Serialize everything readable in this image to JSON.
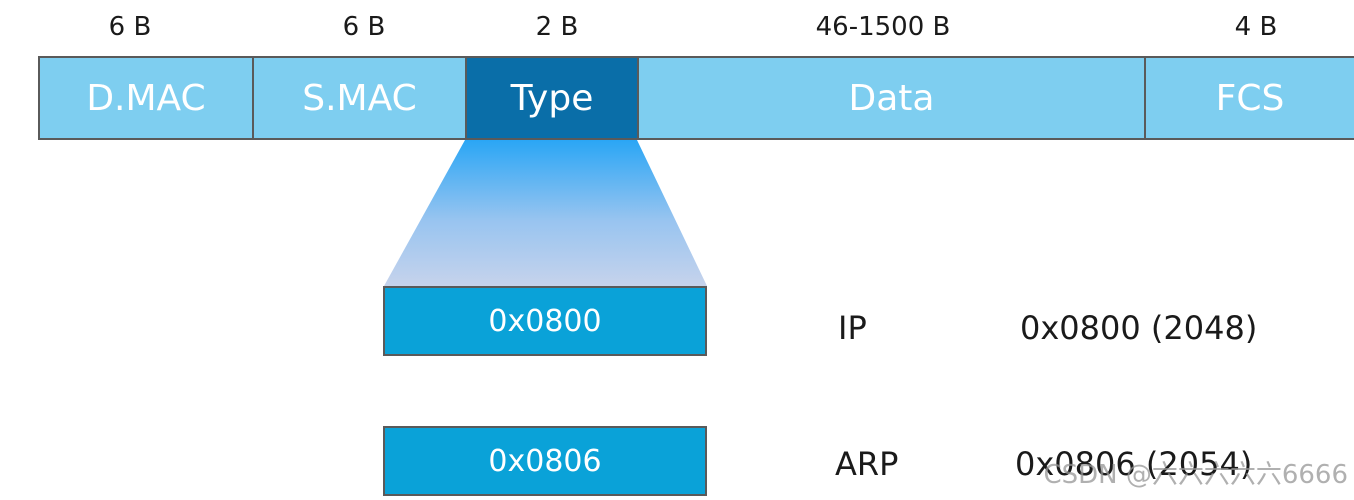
{
  "frame": {
    "fields": [
      {
        "name": "D.MAC",
        "size": "6 B"
      },
      {
        "name": "S.MAC",
        "size": "6 B"
      },
      {
        "name": "Type",
        "size": "2 B"
      },
      {
        "name": "Data",
        "size": "46-1500 B"
      },
      {
        "name": "FCS",
        "size": "4 B"
      }
    ]
  },
  "type_values": [
    {
      "code": "0x0800",
      "protocol": "IP",
      "value": "0x0800 (2048)"
    },
    {
      "code": "0x0806",
      "protocol": "ARP",
      "value": "0x0806 (2054)"
    }
  ],
  "watermark": "CSDN @六六六六六6666",
  "colors": {
    "field": "#7ecef0",
    "type_field": "#0a6ea8",
    "code_box": "#0aa2d8",
    "border": "#5a5a5a"
  }
}
